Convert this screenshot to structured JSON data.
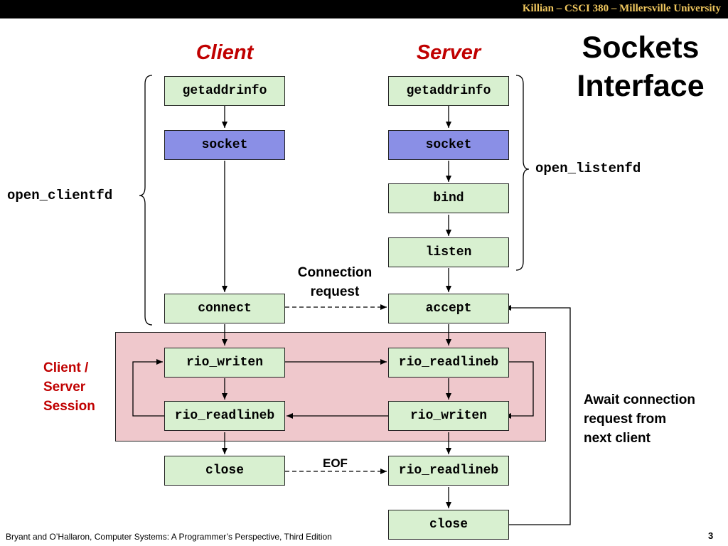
{
  "header": {
    "banner": "Killian – CSCI 380 – Millersville University"
  },
  "title": {
    "line1": "Sockets",
    "line2": "Interface"
  },
  "columns": {
    "client": "Client",
    "server": "Server"
  },
  "client_boxes": {
    "getaddrinfo": "getaddrinfo",
    "socket": "socket",
    "connect": "connect",
    "rio_writen": "rio_writen",
    "rio_readlineb": "rio_readlineb",
    "close": "close"
  },
  "server_boxes": {
    "getaddrinfo": "getaddrinfo",
    "socket": "socket",
    "bind": "bind",
    "listen": "listen",
    "accept": "accept",
    "rio_readlineb": "rio_readlineb",
    "rio_writen": "rio_writen",
    "rio_readlineb2": "rio_readlineb",
    "close": "close"
  },
  "labels": {
    "open_clientfd": "open_clientfd",
    "open_listenfd": "open_listenfd",
    "connection_request_1": "Connection",
    "connection_request_2": "request",
    "eof": "EOF",
    "session_1": "Client /",
    "session_2": "Server",
    "session_3": "Session",
    "await_1": "Await connection",
    "await_2": "request from",
    "await_3": "next client"
  },
  "footer": {
    "citation": "Bryant and O’Hallaron, Computer Systems: A Programmer’s Perspective, Third Edition",
    "page": "3"
  },
  "colors": {
    "box_fill": "#d8f0d0",
    "socket_fill": "#8a8fe6",
    "session_fill": "#efc8cc",
    "accent_red": "#c00000",
    "banner_text": "#f0c75e"
  }
}
